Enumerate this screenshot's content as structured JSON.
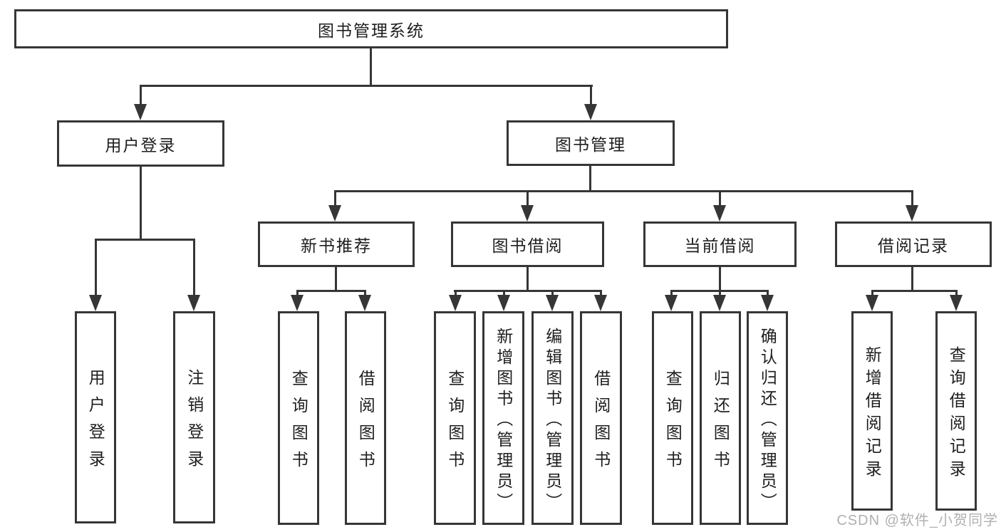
{
  "diagram": {
    "root": {
      "label": "图书管理系统"
    },
    "branches": [
      {
        "label": "用户登录",
        "children": [
          {
            "label": "用户登录"
          },
          {
            "label": "注销登录"
          }
        ]
      },
      {
        "label": "图书管理",
        "children": [
          {
            "label": "新书推荐",
            "children": [
              {
                "label": "查询图书"
              },
              {
                "label": "借阅图书"
              }
            ]
          },
          {
            "label": "图书借阅",
            "children": [
              {
                "label": "查询图书"
              },
              {
                "label": "新增图书（管理员）"
              },
              {
                "label": "编辑图书（管理员）"
              },
              {
                "label": "借阅图书"
              }
            ]
          },
          {
            "label": "当前借阅",
            "children": [
              {
                "label": "查询图书"
              },
              {
                "label": "归还图书"
              },
              {
                "label": "确认归还（管理员）"
              }
            ]
          },
          {
            "label": "借阅记录",
            "children": [
              {
                "label": "新增借阅记录"
              },
              {
                "label": "查询借阅记录"
              }
            ]
          }
        ]
      }
    ],
    "watermark": "CSDN @软件_小贺同学",
    "colors": {
      "line": "#363636",
      "text": "#1e1e1e",
      "background": "#ffffff",
      "watermark": "#b0b0b0"
    }
  }
}
